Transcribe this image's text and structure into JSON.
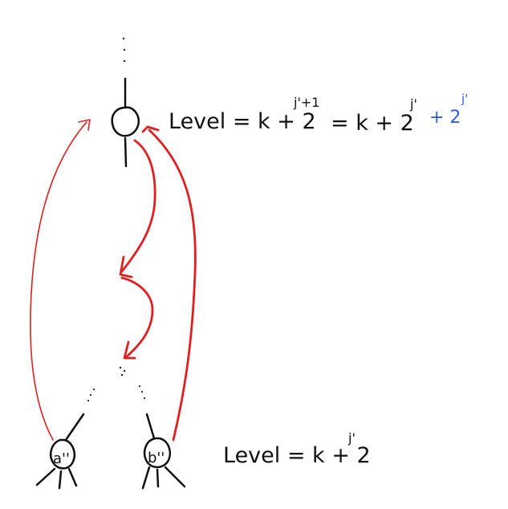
{
  "top_node": {
    "level_label": "Level = k + 2",
    "exp1": "j'+1",
    "equals": "= k + 2",
    "exp2": "j'",
    "extra": "+ 2",
    "exp3": "j'"
  },
  "bottom_nodes": {
    "left_label": "a''",
    "right_label": "b''",
    "level_label": "Level = k + 2",
    "exp": "j'"
  },
  "colors": {
    "ink": "#111111",
    "arrow": "#e02020",
    "highlight": "#2f5fe0"
  }
}
